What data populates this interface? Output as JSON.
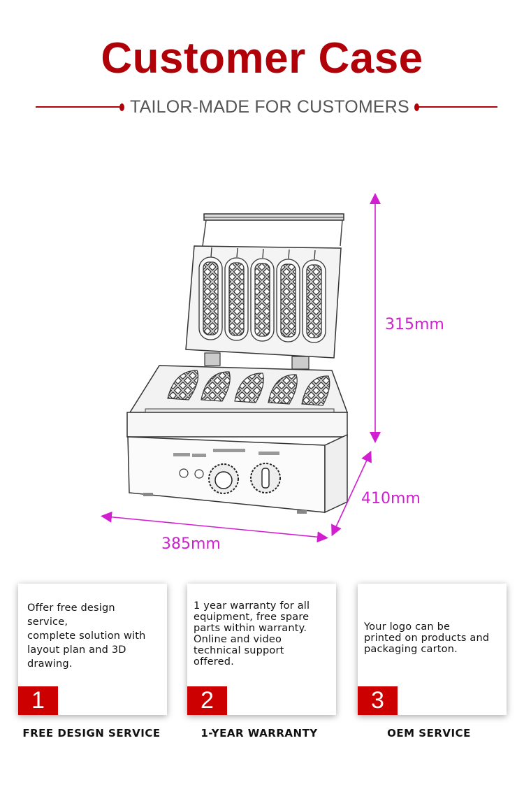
{
  "header": {
    "title": "Customer Case",
    "subtitle": "TAILOR-MADE FOR CUSTOMERS",
    "accent_color": "#b00008"
  },
  "product": {
    "name": "hot-dog-waffle-machine-drawing",
    "dimensions": {
      "height": "315mm",
      "depth": "410mm",
      "width": "385mm",
      "arrow_color": "#d11ed1"
    }
  },
  "cards": [
    {
      "number": "1",
      "text_lines": [
        "Offer free design",
        "service,",
        "complete solution with",
        "layout plan and 3D",
        "drawing."
      ],
      "caption": "FREE DESIGN SERVICE"
    },
    {
      "number": "2",
      "text_lines": [
        "1 year warranty for all",
        "equipment, free spare",
        "parts within warranty.",
        "Online and video",
        "technical support",
        "offered."
      ],
      "caption": "1-YEAR WARRANTY"
    },
    {
      "number": "3",
      "text_lines": [
        "Your logo can be",
        "printed on products and",
        "packaging carton."
      ],
      "caption": "OEM SERVICE"
    }
  ],
  "badge_color": "#cc0000"
}
